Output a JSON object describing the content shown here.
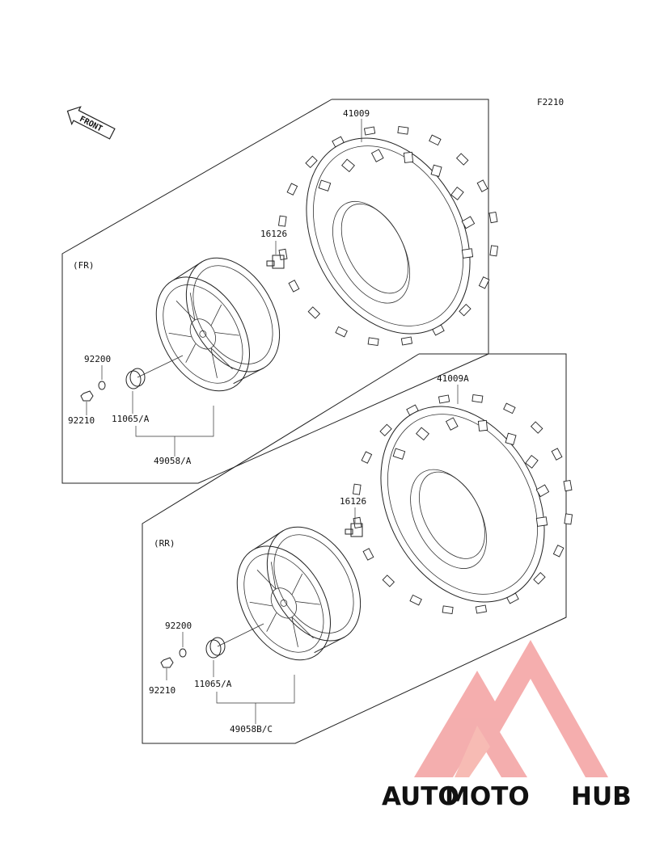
{
  "figure_code": "F2210",
  "front_arrow_label": "FRONT",
  "front_section": {
    "label": "(FR)",
    "tire": "41009",
    "valve": "16126",
    "washer": "92200",
    "nut": "92210",
    "cap": "11065/A",
    "wheel": "49058/A"
  },
  "rear_section": {
    "label": "(RR)",
    "tire": "41009A",
    "valve": "16126",
    "washer": "92200",
    "nut": "92210",
    "cap": "11065/A",
    "wheel": "49058B/C"
  },
  "watermark": {
    "part1": "AUTO",
    "part2": "MOTO",
    "part3": "HUB",
    "color_orange": "#f6b48a",
    "color_pink": "#f3a0a0",
    "color_gray": "#7a7a7a"
  }
}
